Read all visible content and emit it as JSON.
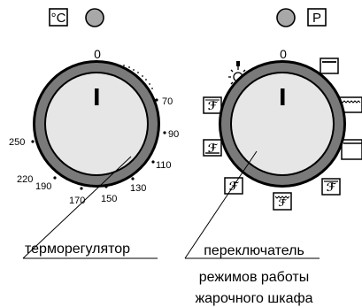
{
  "thermostat": {
    "indicator_symbol": "°C",
    "zero_mark": "0",
    "scale_marks": [
      "70",
      "90",
      "110",
      "130",
      "150",
      "170",
      "190",
      "220",
      "250"
    ],
    "caption": "терморегулятор"
  },
  "mode_selector": {
    "indicator_symbol": "P",
    "zero_mark": "0",
    "caption_lines": [
      "переключатель",
      "режимов работы",
      "жарочного шкафа"
    ]
  },
  "colors": {
    "knob_ring": "#7a7a7a",
    "knob_face": "#e6e6e6",
    "indicator_lamp": "#a8a8a8",
    "line": "#000000"
  },
  "icons": [
    "thermometer-celsius-icon",
    "indicator-lamp-icon",
    "program-indicator-icon",
    "oven-light-icon",
    "top-heat-icon",
    "top-grill-icon",
    "top-bottom-heat-icon",
    "fan-icon",
    "fan-top-bottom-heat-icon",
    "fan-grill-icon",
    "fan-bottom-heat-icon",
    "fan-ring-heat-icon",
    "fan-bottom-heat-2-icon"
  ]
}
